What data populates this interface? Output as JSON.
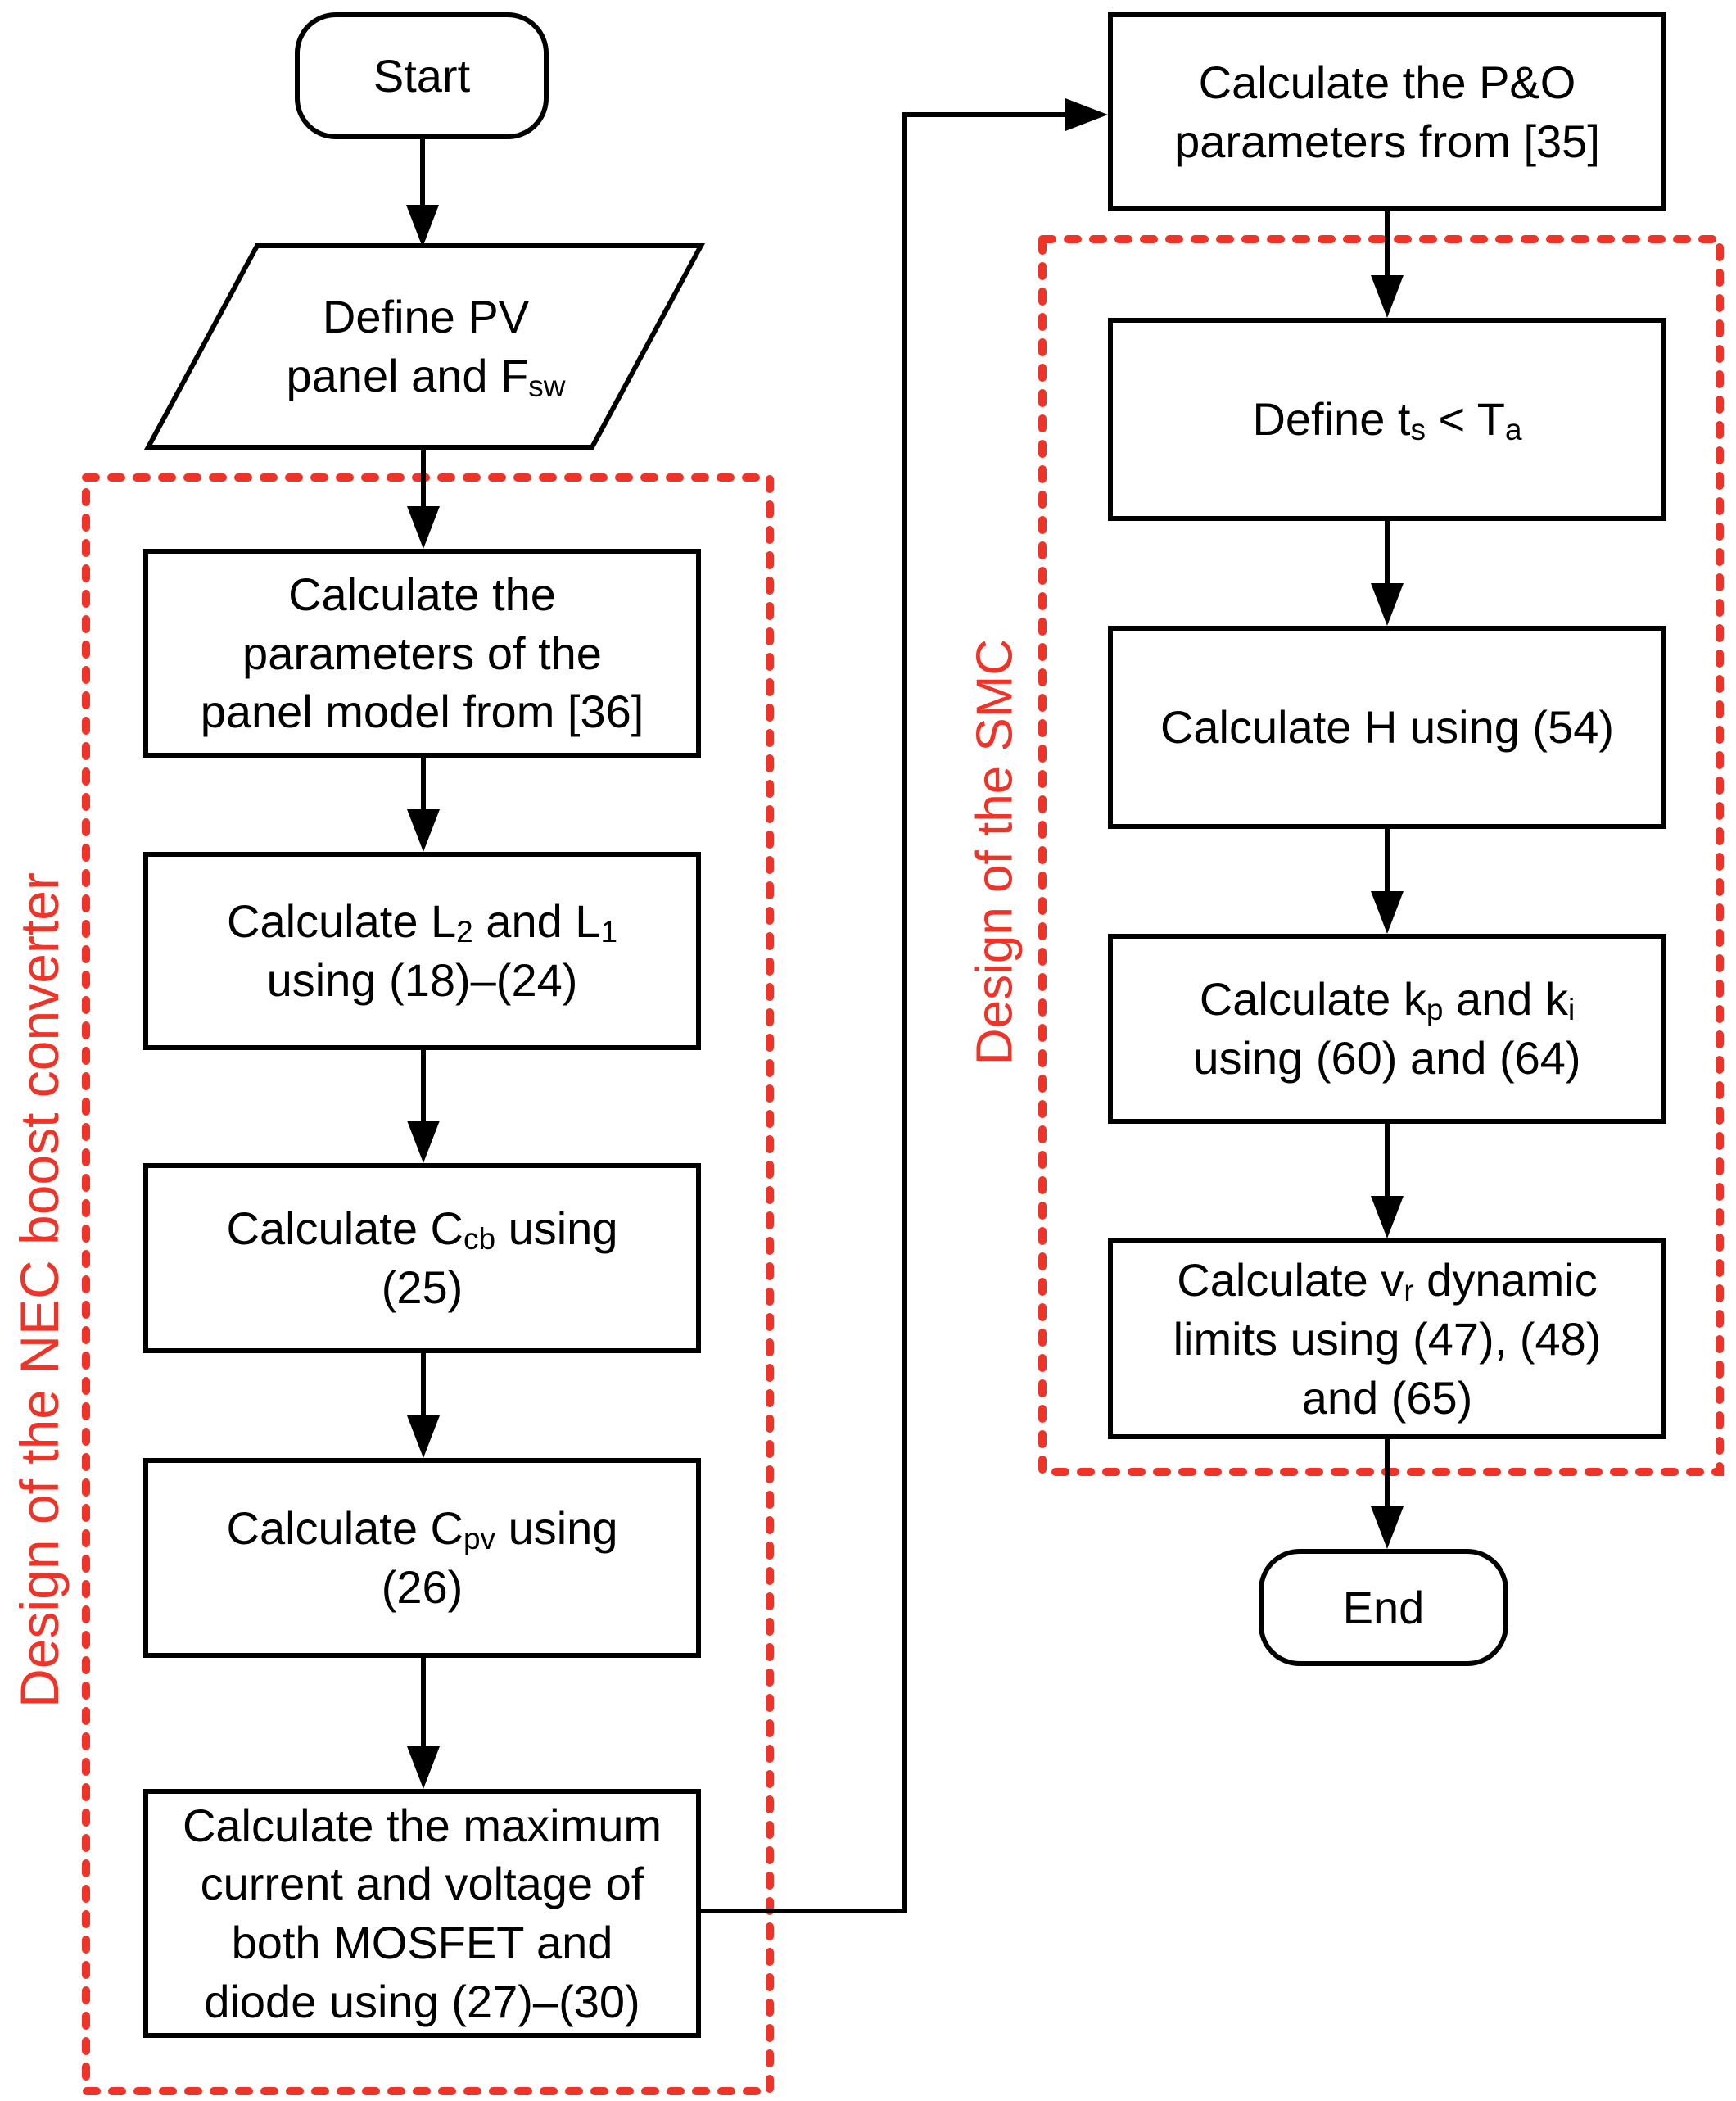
{
  "colors": {
    "red": "#ee3428",
    "black": "#000000",
    "bg": "#ffffff"
  },
  "groups": {
    "nec": {
      "label": "Design of the NEC boost converter"
    },
    "smc": {
      "label": "Design of the SMC"
    }
  },
  "nodes": {
    "start": {
      "type": "terminator",
      "label": "Start"
    },
    "define_pv": {
      "type": "input-output",
      "segments": [
        {
          "t": "Define PV"
        },
        {
          "br": true
        },
        {
          "t": "panel and F"
        },
        {
          "t": "sw",
          "sub": true
        }
      ]
    },
    "calc_panel_params": {
      "type": "process",
      "segments": [
        {
          "t": "Calculate the"
        },
        {
          "br": true
        },
        {
          "t": "parameters of the"
        },
        {
          "br": true
        },
        {
          "t": "panel model from [36]"
        }
      ]
    },
    "calc_l2_l1": {
      "type": "process",
      "segments": [
        {
          "t": "Calculate L"
        },
        {
          "t": "2",
          "sub": true
        },
        {
          "t": " and L"
        },
        {
          "t": "1",
          "sub": true
        },
        {
          "br": true
        },
        {
          "t": "using (18)–(24)"
        }
      ]
    },
    "calc_ccb": {
      "type": "process",
      "segments": [
        {
          "t": "Calculate C"
        },
        {
          "t": "cb",
          "sub": true
        },
        {
          "t": " using"
        },
        {
          "br": true
        },
        {
          "t": "(25)"
        }
      ]
    },
    "calc_cpv": {
      "type": "process",
      "segments": [
        {
          "t": "Calculate C"
        },
        {
          "t": "pv",
          "sub": true
        },
        {
          "t": " using"
        },
        {
          "br": true
        },
        {
          "t": "(26)"
        }
      ]
    },
    "calc_mosfet_diode": {
      "type": "process",
      "segments": [
        {
          "t": "Calculate the maximum"
        },
        {
          "br": true
        },
        {
          "t": "current and voltage of"
        },
        {
          "br": true
        },
        {
          "t": "both MOSFET and"
        },
        {
          "br": true
        },
        {
          "t": "diode using (27)–(30)"
        }
      ]
    },
    "calc_po": {
      "type": "process",
      "segments": [
        {
          "t": "Calculate the P&O"
        },
        {
          "br": true
        },
        {
          "t": "parameters from [35]"
        }
      ]
    },
    "define_ts": {
      "type": "process",
      "segments": [
        {
          "t": "Define t"
        },
        {
          "t": "s",
          "sub": true
        },
        {
          "t": " < T"
        },
        {
          "t": "a",
          "sub": true
        }
      ]
    },
    "calc_h": {
      "type": "process",
      "segments": [
        {
          "t": "Calculate H using (54)"
        }
      ]
    },
    "calc_kp_ki": {
      "type": "process",
      "segments": [
        {
          "t": "Calculate k"
        },
        {
          "t": "p",
          "sub": true
        },
        {
          "t": " and k"
        },
        {
          "t": "i",
          "sub": true
        },
        {
          "br": true
        },
        {
          "t": "using (60) and (64)"
        }
      ]
    },
    "calc_vr": {
      "type": "process",
      "segments": [
        {
          "t": "Calculate v"
        },
        {
          "t": "r",
          "sub": true
        },
        {
          "t": " dynamic"
        },
        {
          "br": true
        },
        {
          "t": "limits using (47), (48)"
        },
        {
          "br": true
        },
        {
          "t": "and (65)"
        }
      ]
    },
    "end": {
      "type": "terminator",
      "label": "End"
    }
  }
}
